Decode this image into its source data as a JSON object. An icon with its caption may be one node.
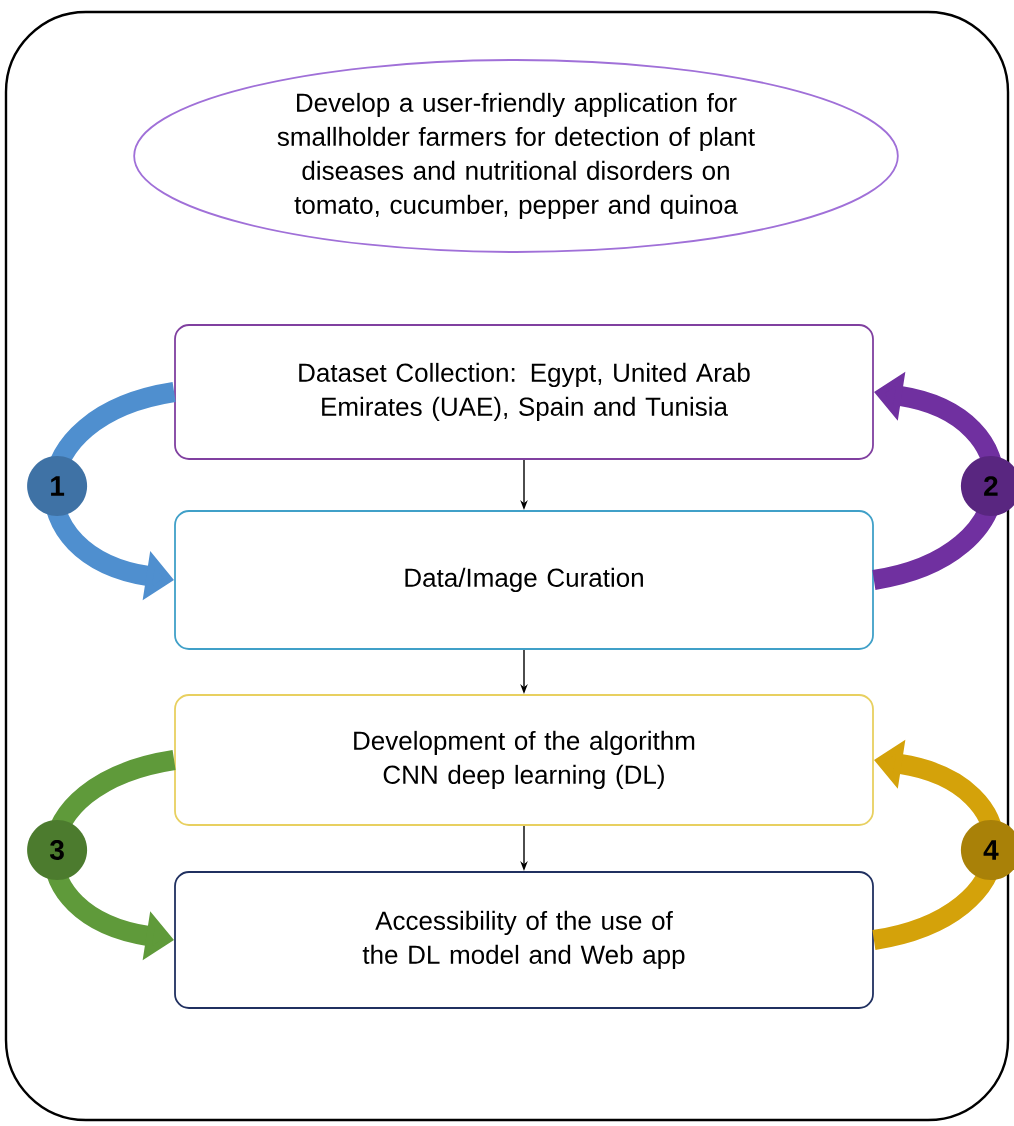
{
  "diagram": {
    "nodes": [
      {
        "text": [
          "Develop a user-friendly application for smallholder farmers for detection of plant diseases and nutritional disorders on tomato, cucumber, pepper and quinoa"
        ]
      },
      {
        "text": [
          "Dataset Collection: Egypt, United Arab Emirates (UAE), Spain and Tunisia"
        ]
      },
      {
        "text": [
          "Data/Image Curation"
        ]
      },
      {
        "text": [
          "Development of the algorithm CNN deep learning (DL)"
        ]
      },
      {
        "text": [
          "Accessibility of the use of the DL model and Web app"
        ]
      }
    ],
    "edges": [
      {
        "from": 1,
        "to": 2,
        "arrow": "to"
      },
      {
        "from": 2,
        "to": 3,
        "arrow": "to"
      },
      {
        "from": 3,
        "to": 4,
        "arrow": "to"
      },
      {
        "from": 1,
        "to": 2,
        "arrow": "to",
        "label": "1",
        "color": "#4f8fcf"
      },
      {
        "from": 2,
        "to": 1,
        "arrow": "to",
        "label": "2",
        "color": "#7030a0"
      },
      {
        "from": 3,
        "to": 4,
        "arrow": "to",
        "label": "3",
        "color": "#5f9a3a"
      },
      {
        "from": 4,
        "to": 3,
        "arrow": "to",
        "label": "4",
        "color": "#d4a20a"
      }
    ]
  }
}
